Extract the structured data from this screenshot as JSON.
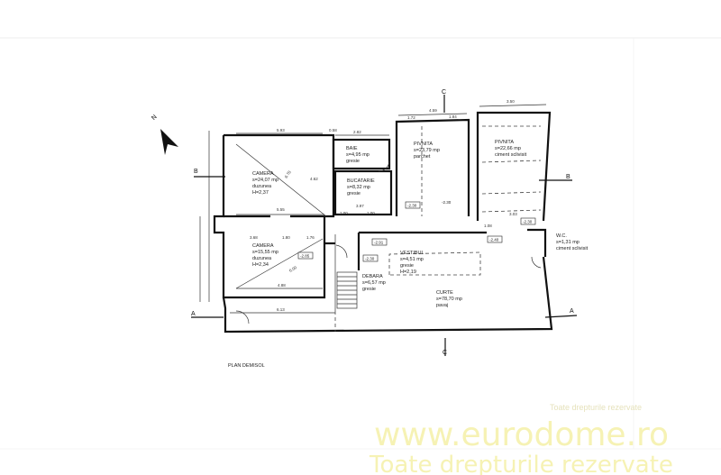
{
  "title": "PLAN DEMISOL",
  "north": "N",
  "rooms": [
    {
      "name": "CAMERA",
      "area": "s=24,07 mp",
      "finish": "duzunea",
      "height": "H=2,37"
    },
    {
      "name": "BAIE",
      "area": "s=4,95 mp",
      "finish": "gresie"
    },
    {
      "name": "BUCATARIE",
      "area": "s=8,32 mp",
      "finish": "gresie"
    },
    {
      "name": "PIVNITA",
      "area": "s=23,79 mp",
      "finish": "parchet"
    },
    {
      "name": "PIVNITA",
      "area": "s=22,66 mp",
      "finish": "ciment sclivisit"
    },
    {
      "name": "CAMERA",
      "area": "s=15,55 mp",
      "finish": "duzunea",
      "height": "H=2,34"
    },
    {
      "name": "VESTIBUL",
      "area": "s=4,51 mp",
      "finish": "gresie",
      "height": "H=2,19"
    },
    {
      "name": "DEBARA",
      "area": "s=6,57 mp",
      "finish": "gresie"
    },
    {
      "name": "CURTE",
      "area": "s=78,70 mp",
      "finish": "pavaj"
    },
    {
      "name": "W.C.",
      "area": "s=1,31 mp",
      "finish": "ciment sclivisit"
    }
  ],
  "levels": [
    "-2.85",
    "-2.91",
    "-2.30",
    "-2.40",
    "-2.30",
    "-2.30",
    "-2.30"
  ],
  "dimensions": [
    "5.93",
    "0.58",
    "2.82",
    "4.59",
    "1.72",
    "1.84",
    "3.50",
    "5.55",
    "3.97",
    "1.00",
    "1.00",
    "3.68",
    "1.80",
    "1.76",
    "4.88",
    "6.13",
    "6.78",
    "4.62",
    "6.00",
    "1.08",
    "3.03"
  ],
  "sections": [
    "A",
    "A",
    "B",
    "B",
    "C",
    "C"
  ],
  "watermark": {
    "url": "www.eurodome.ro",
    "rights": "Toate drepturile rezervate"
  }
}
